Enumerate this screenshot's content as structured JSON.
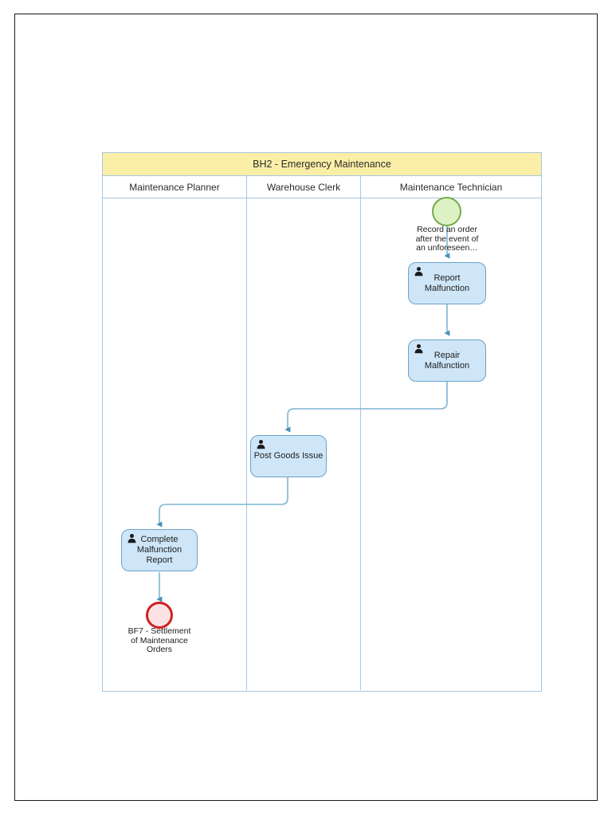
{
  "pool": {
    "title": "BH2 - Emergency Maintenance",
    "lanes": [
      {
        "id": "maintenance-planner",
        "label": "Maintenance Planner"
      },
      {
        "id": "warehouse-clerk",
        "label": "Warehouse Clerk"
      },
      {
        "id": "maintenance-technician",
        "label": "Maintenance Technician"
      }
    ]
  },
  "nodes": {
    "start_event": {
      "type": "start-event",
      "lane": "maintenance-technician",
      "label": "Record an order\nafter the event of\nan unforeseen…"
    },
    "report_malfunction": {
      "type": "user-task",
      "lane": "maintenance-technician",
      "label": "Report\nMalfunction"
    },
    "repair_malfunction": {
      "type": "user-task",
      "lane": "maintenance-technician",
      "label": "Repair\nMalfunction"
    },
    "post_goods_issue": {
      "type": "user-task",
      "lane": "warehouse-clerk",
      "label": "Post Goods Issue"
    },
    "complete_malfunction_report": {
      "type": "user-task",
      "lane": "maintenance-planner",
      "label": "Complete\nMalfunction\nReport"
    },
    "end_event": {
      "type": "end-event",
      "lane": "maintenance-planner",
      "label": "BF7 - Settlement\nof Maintenance\nOrders"
    }
  },
  "flows": [
    {
      "id": "flow-start-to-report",
      "from": "start_event",
      "to": "report_malfunction"
    },
    {
      "id": "flow-report-to-repair",
      "from": "report_malfunction",
      "to": "repair_malfunction"
    },
    {
      "id": "flow-repair-to-post-goods",
      "from": "repair_malfunction",
      "to": "post_goods_issue"
    },
    {
      "id": "flow-post-goods-to-complete",
      "from": "post_goods_issue",
      "to": "complete_malfunction_report"
    },
    {
      "id": "flow-complete-to-end",
      "from": "complete_malfunction_report",
      "to": "end_event"
    }
  ],
  "colors": {
    "pool_title_bg": "#fbefa8",
    "pool_border": "#a8c6e0",
    "task_fill": "#cfe6f8",
    "task_border": "#6ba3c9",
    "start_fill": "#ddf2c4",
    "start_border": "#76a94b",
    "end_fill": "#fbe3e3",
    "end_border": "#cf2020",
    "connector": "#7fb4d4",
    "page_border": "#1a1a1a"
  }
}
